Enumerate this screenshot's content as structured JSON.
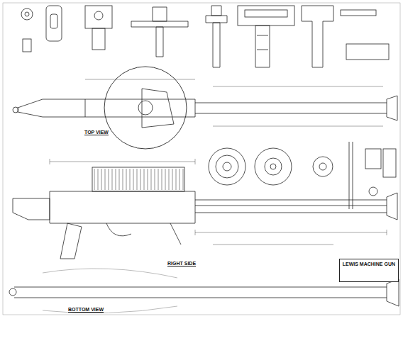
{
  "diagram": {
    "nodes": [
      {
        "text": [
          "LEWIS MACHINE GUN"
        ]
      }
    ],
    "labels": [
      "TOP VIEW",
      "RIGHT SIDE",
      "BOTTOM VIEW"
    ]
  }
}
